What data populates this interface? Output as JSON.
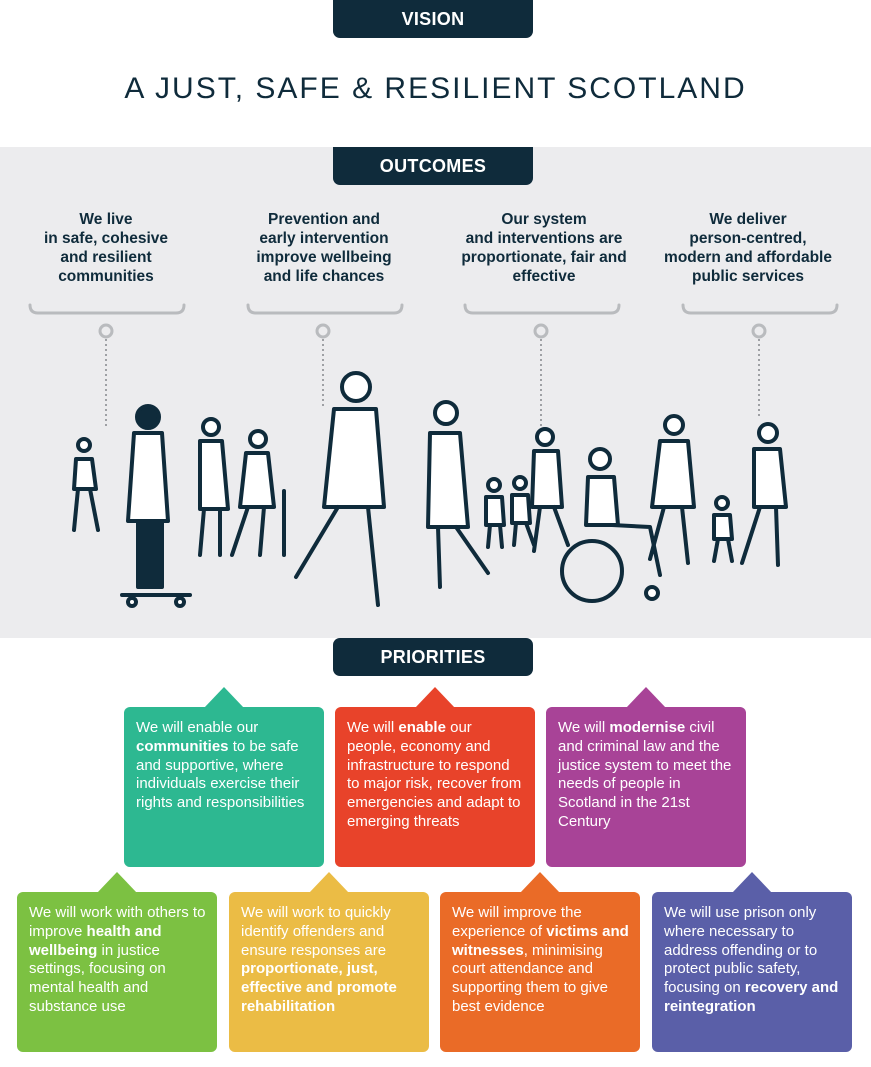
{
  "vision": {
    "label": "VISION",
    "title": "A JUST, SAFE & RESILIENT SCOTLAND"
  },
  "outcomes": {
    "label": "OUTCOMES",
    "items": [
      {
        "lines": [
          "We live",
          "in safe, cohesive",
          "and resilient",
          "communities"
        ]
      },
      {
        "lines": [
          "Prevention and",
          "early intervention",
          "improve wellbeing",
          "and life chances"
        ]
      },
      {
        "lines": [
          "Our system",
          "and interventions are",
          "proportionate, fair and",
          "effective"
        ]
      },
      {
        "lines": [
          "We deliver",
          "person-centred,",
          "modern and affordable",
          "public services"
        ]
      }
    ]
  },
  "priorities": {
    "label": "PRIORITIES",
    "items": [
      {
        "color": "#2db891",
        "parts": [
          [
            "We will enable our ",
            false
          ],
          [
            "communities",
            true
          ],
          [
            " to be safe and supportive, where individuals exercise their rights and responsibilities",
            false
          ]
        ]
      },
      {
        "color": "#e8432a",
        "parts": [
          [
            "We will ",
            false
          ],
          [
            "enable",
            true
          ],
          [
            " our people, economy and infrastructure to respond to major risk, recover from emergencies and adapt to emerging threats",
            false
          ]
        ]
      },
      {
        "color": "#a84397",
        "parts": [
          [
            "We will ",
            false
          ],
          [
            "modernise",
            true
          ],
          [
            " civil and criminal law and the justice system to meet the needs of people in Scotland in the 21st Century",
            false
          ]
        ]
      },
      {
        "color": "#7cc142",
        "parts": [
          [
            "We will work with others to improve ",
            false
          ],
          [
            "health and wellbeing",
            true
          ],
          [
            " in justice settings, focusing on mental health and substance use",
            false
          ]
        ]
      },
      {
        "color": "#ebbc45",
        "parts": [
          [
            "We will work to quickly identify offenders and ensure responses are ",
            false
          ],
          [
            "proportionate, just, effective and promote rehabilitation",
            true
          ]
        ]
      },
      {
        "color": "#ea6b27",
        "parts": [
          [
            "We will improve the experience of ",
            false
          ],
          [
            "victims and witnesses",
            true
          ],
          [
            ", minimising court attendance and supporting them to give best evidence",
            false
          ]
        ]
      },
      {
        "color": "#5a5fa8",
        "parts": [
          [
            "We will use prison only where necessary to address offending or to protect public safety, focusing on ",
            false
          ],
          [
            "recovery and reintegration",
            true
          ]
        ]
      }
    ]
  }
}
